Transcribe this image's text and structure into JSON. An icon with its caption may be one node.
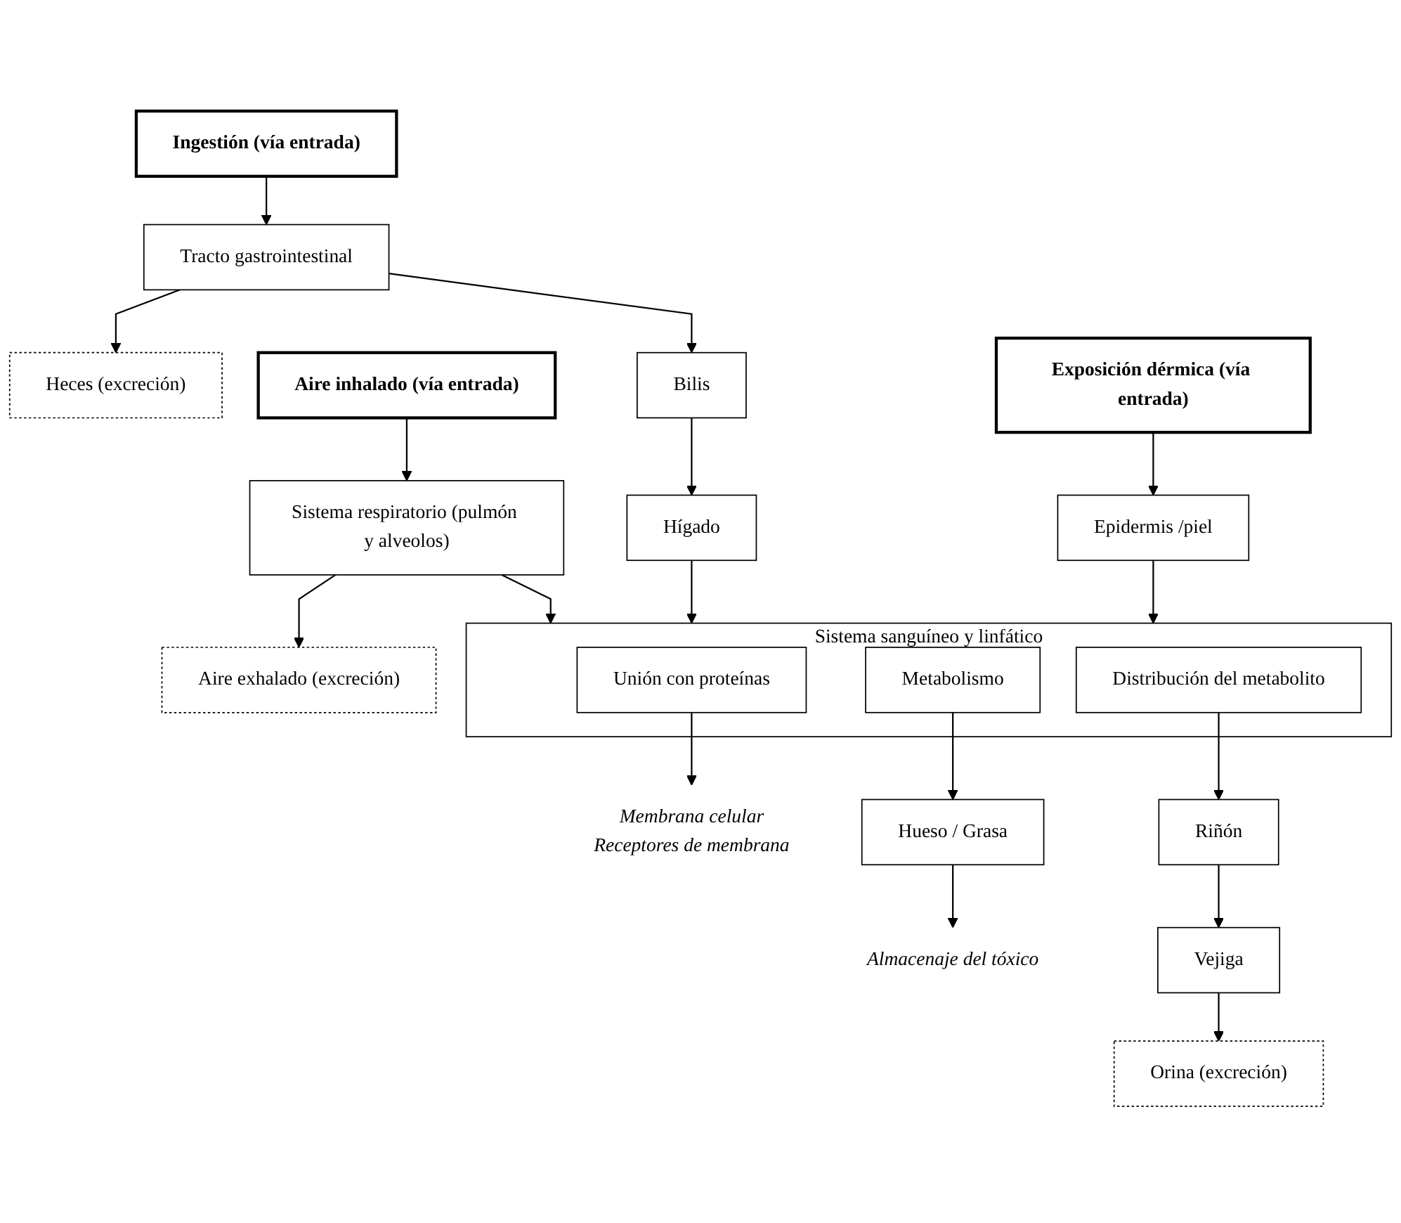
{
  "diagram": {
    "nodes": [
      {
        "text": [
          "Ingestión (vía entrada)"
        ]
      },
      {
        "text": [
          "Tracto gastrointestinal"
        ]
      },
      {
        "text": [
          "Heces (excreción)"
        ]
      },
      {
        "text": [
          "Aire inhalado (vía entrada)"
        ]
      },
      {
        "text": [
          "Bilis"
        ]
      },
      {
        "text": [
          "Exposición dérmica (vía entrada)"
        ]
      },
      {
        "text": [
          "Sistema respiratorio (pulmón y alveolos)"
        ]
      },
      {
        "text": [
          "Hígado"
        ]
      },
      {
        "text": [
          "Epidermis /piel"
        ]
      },
      {
        "text": [
          "Aire exhalado (excreción)"
        ]
      },
      {
        "text": [
          "Sistema sanguíneo y linfático"
        ]
      },
      {
        "text": [
          "Unión con proteínas"
        ],
        "in": 10
      },
      {
        "text": [
          "Metabolismo"
        ],
        "in": 10
      },
      {
        "text": [
          "Distribución  del metabolito"
        ],
        "in": 10
      },
      {
        "text": [
          "Membrana celular",
          "Receptores de membrana"
        ]
      },
      {
        "text": [
          "Hueso / Grasa"
        ]
      },
      {
        "text": [
          "Riñón"
        ]
      },
      {
        "text": [
          "Almacenaje del tóxico"
        ]
      },
      {
        "text": [
          "Vejiga"
        ]
      },
      {
        "text": [
          "Orina (excreción)"
        ]
      }
    ],
    "edges": [
      {
        "from": 0,
        "to": 1,
        "arrow": "to"
      },
      {
        "from": 1,
        "to": 2,
        "arrow": "to"
      },
      {
        "from": 1,
        "to": 4,
        "arrow": "to"
      },
      {
        "from": 3,
        "to": 6,
        "arrow": "to"
      },
      {
        "from": 4,
        "to": 7,
        "arrow": "to"
      },
      {
        "from": 5,
        "to": 8,
        "arrow": "to"
      },
      {
        "from": 6,
        "to": 9,
        "arrow": "to"
      },
      {
        "from": 6,
        "to": 10,
        "arrow": "to"
      },
      {
        "from": 7,
        "to": 10,
        "arrow": "to"
      },
      {
        "from": 8,
        "to": 10,
        "arrow": "to"
      },
      {
        "from": 11,
        "to": 14,
        "arrow": "to"
      },
      {
        "from": 12,
        "to": 15,
        "arrow": "to"
      },
      {
        "from": 13,
        "to": 16,
        "arrow": "to"
      },
      {
        "from": 15,
        "to": 17,
        "arrow": "to"
      },
      {
        "from": 16,
        "to": 18,
        "arrow": "to"
      },
      {
        "from": 18,
        "to": 19,
        "arrow": "to"
      }
    ]
  }
}
